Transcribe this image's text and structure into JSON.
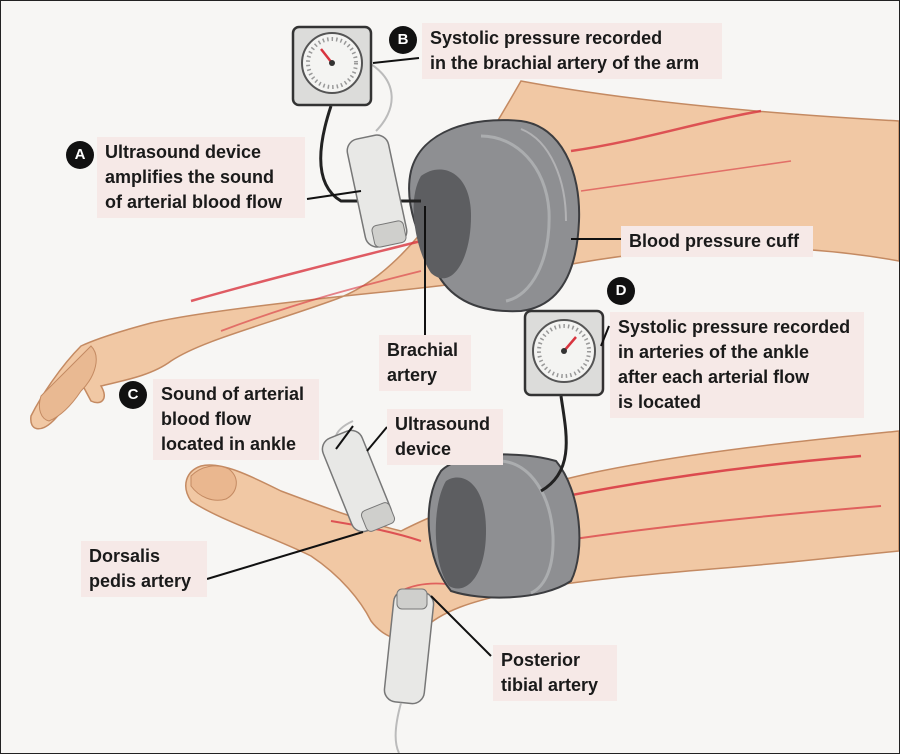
{
  "colors": {
    "skin": "#f1c8a4",
    "skin_shadow": "#e0ac84",
    "artery": "#d8343f",
    "cuff": "#8e8f92",
    "cuff_dark": "#5d5e61",
    "label_bg": "#f6e9e7"
  },
  "icons": [
    "pressure-gauge-icon",
    "ultrasound-probe-icon",
    "blood-pressure-cuff-icon"
  ],
  "labels": {
    "A": {
      "badge": "A",
      "text": "Ultrasound device\namplifies the sound\nof arterial blood flow"
    },
    "B": {
      "badge": "B",
      "text": "Systolic pressure recorded\nin the brachial artery of the arm"
    },
    "C": {
      "badge": "C",
      "text": "Sound of arterial\nblood flow\nlocated in ankle"
    },
    "D": {
      "badge": "D",
      "text": "Systolic pressure recorded\nin arteries of the ankle\nafter each arterial flow\nis located"
    },
    "cuff": "Blood pressure cuff",
    "brachial": "Brachial\nartery",
    "ultrasound": "Ultrasound\ndevice",
    "dorsalis": "Dorsalis\npedis artery",
    "posterior": "Posterior\ntibial artery"
  }
}
